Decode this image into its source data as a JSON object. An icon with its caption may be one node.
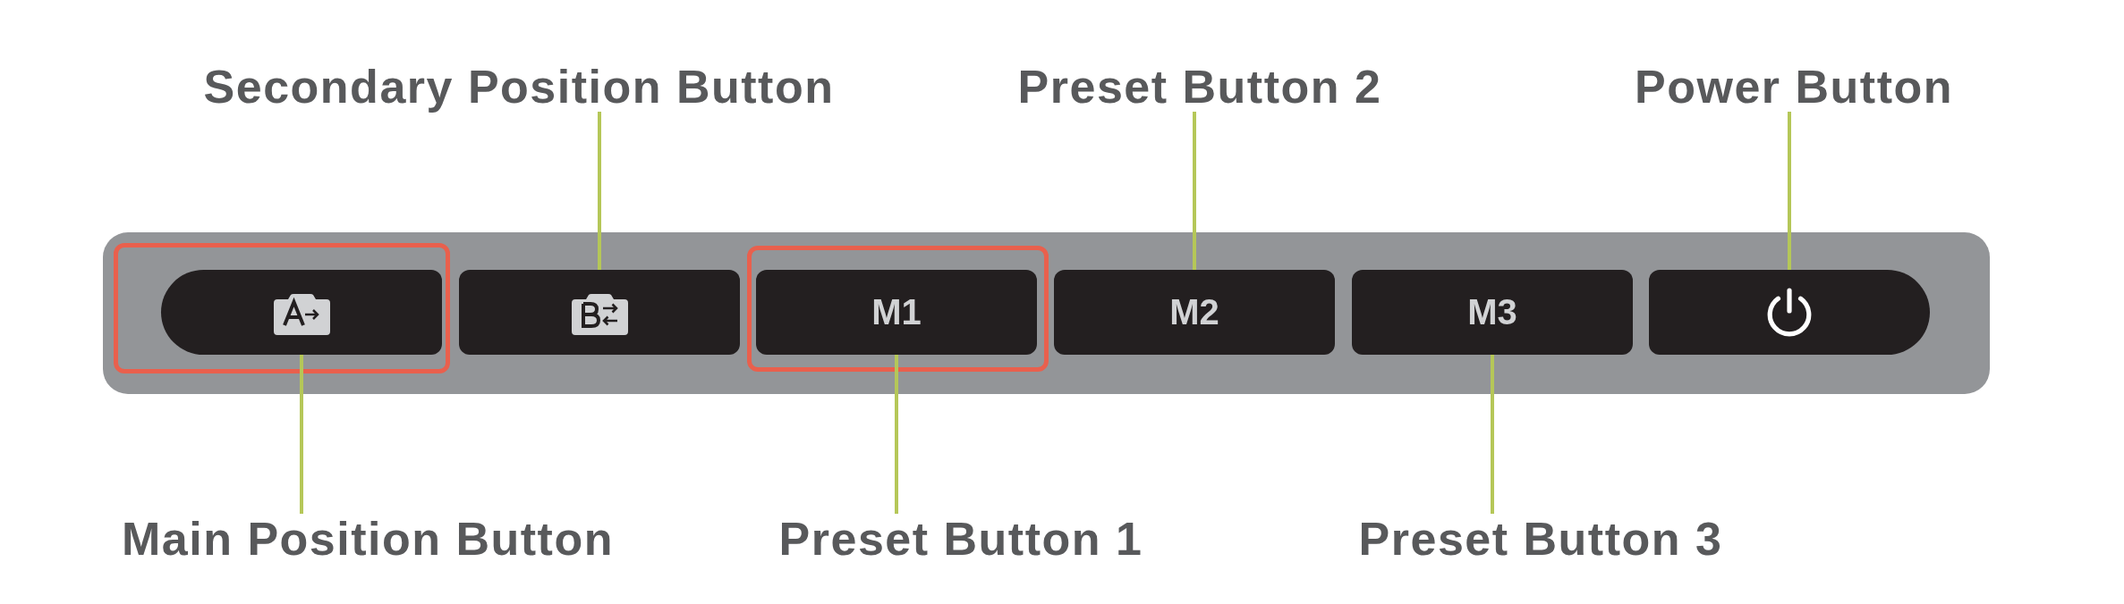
{
  "diagram": {
    "nodes": [
      {
        "text": [
          "Secondary Position Button"
        ]
      },
      {
        "text": [
          "Preset Button 2"
        ]
      },
      {
        "text": [
          "Power Button"
        ]
      },
      {
        "text": [],
        "shape": "bar"
      },
      {
        "text": [],
        "shape": "box",
        "in": 3
      },
      {
        "text": [],
        "shape": "box",
        "in": 3
      },
      {
        "text": [
          "M1"
        ],
        "in": 3
      },
      {
        "text": [
          "M2"
        ],
        "in": 3
      },
      {
        "text": [
          "M3"
        ],
        "in": 3
      },
      {
        "text": [],
        "shape": "box",
        "in": 3
      },
      {
        "text": [
          "Main Position Button"
        ]
      },
      {
        "text": [
          "Preset Button 1"
        ]
      },
      {
        "text": [
          "Preset Button 3"
        ]
      }
    ],
    "edges": [
      {
        "from": 0,
        "to": 5,
        "arrow": "none"
      },
      {
        "from": 1,
        "to": 7,
        "arrow": "none"
      },
      {
        "from": 2,
        "to": 9,
        "arrow": "none"
      },
      {
        "from": 10,
        "to": 4,
        "arrow": "none"
      },
      {
        "from": 11,
        "to": 6,
        "arrow": "none"
      },
      {
        "from": 12,
        "to": 8,
        "arrow": "none"
      }
    ]
  }
}
